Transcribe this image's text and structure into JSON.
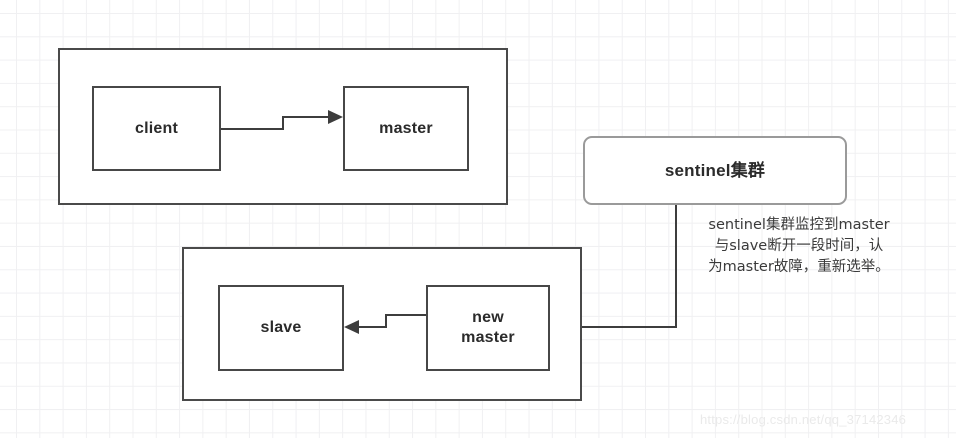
{
  "diagram": {
    "title": "redis sentinel failover diagram",
    "background": {
      "grid_color": "#f0f0f2",
      "page_color": "#ffffff"
    },
    "colors": {
      "node_border": "#474747",
      "group_border": "#4a4a4a",
      "rounded_border": "#9a9a9a",
      "line": "#3d3d3d",
      "text": "#2b2b2b",
      "annotation_text": "#3a3a3a",
      "watermark": "#eaeaea"
    },
    "groups": [
      {
        "name": "top-group",
        "label": ""
      },
      {
        "name": "bottom-group",
        "label": ""
      }
    ],
    "nodes": [
      {
        "id": "client",
        "label": "client"
      },
      {
        "id": "master",
        "label": "master"
      },
      {
        "id": "slave",
        "label": "slave"
      },
      {
        "id": "new-master",
        "label": "new\nmaster"
      },
      {
        "id": "sentinel",
        "label": "sentinel集群"
      }
    ],
    "edges": [
      {
        "from": "client",
        "to": "master",
        "direction": "right"
      },
      {
        "from": "new-master",
        "to": "slave",
        "direction": "left"
      },
      {
        "from": "sentinel",
        "to": "new-master",
        "direction": "left"
      }
    ],
    "annotation": {
      "text": "sentinel集群监控到master\n与slave断开一段时间，认\n为master故障，重新选举。"
    },
    "watermark": {
      "text": "https://blog.csdn.net/qq_37142346"
    }
  }
}
